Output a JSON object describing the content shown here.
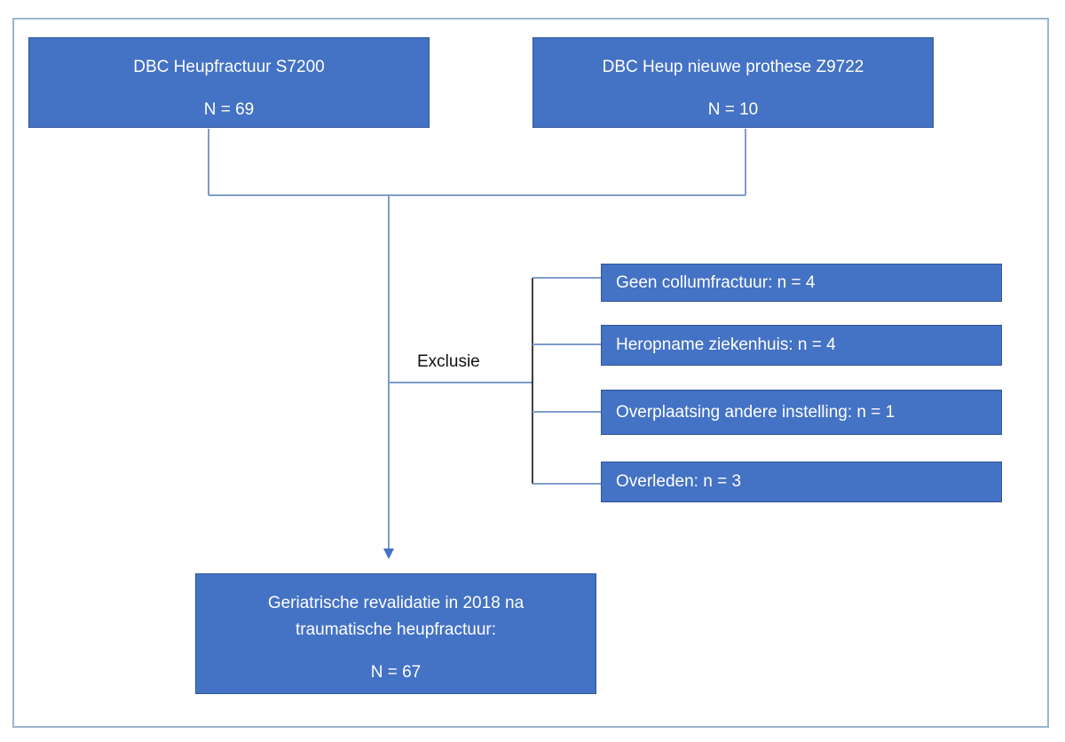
{
  "sources": [
    {
      "title": "DBC Heupfractuur S7200",
      "count": "N = 69"
    },
    {
      "title": "DBC Heup nieuwe prothese Z9722",
      "count": "N  = 10"
    }
  ],
  "exclusion_label": "Exclusie",
  "exclusions": [
    "Geen collumfractuur: n  = 4",
    "Heropname ziekenhuis: n  = 4",
    "Overplaatsing andere instelling: n  = 1",
    "Overleden: n  = 3"
  ],
  "result": {
    "line1": "Geriatrische revalidatie in 2018 na",
    "line2": "traumatische heupfractuur:",
    "count": "N = 67"
  },
  "colors": {
    "box_fill": "#4472c4",
    "connector": "#7f9ccb",
    "bracket": "#000000"
  }
}
